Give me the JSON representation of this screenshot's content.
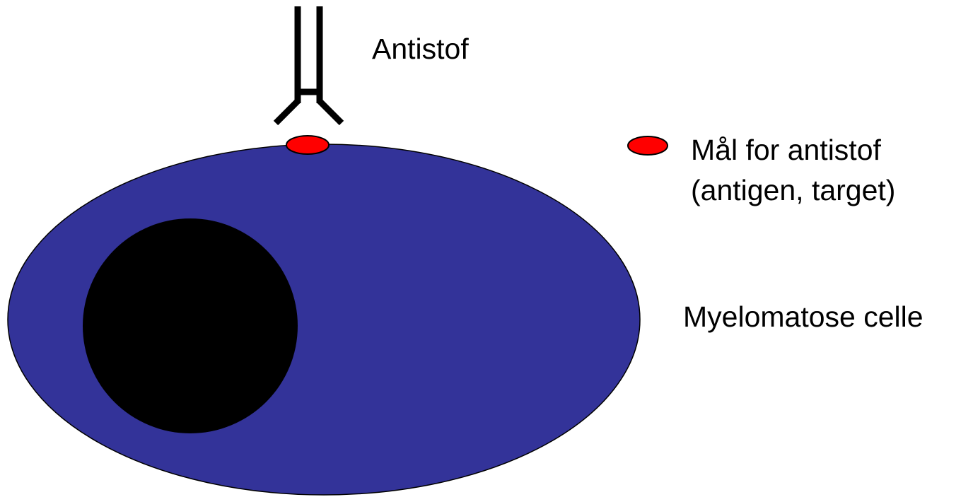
{
  "labels": {
    "antibody": "Antistof",
    "target_line1": "Mål for antistof",
    "target_line2": "(antigen, target)",
    "cell": "Myelomatose celle"
  },
  "colors": {
    "cell_fill": "#333399",
    "nucleus_fill": "#000000",
    "antigen_fill": "#ff0000",
    "outline": "#000000",
    "background": "#ffffff"
  }
}
